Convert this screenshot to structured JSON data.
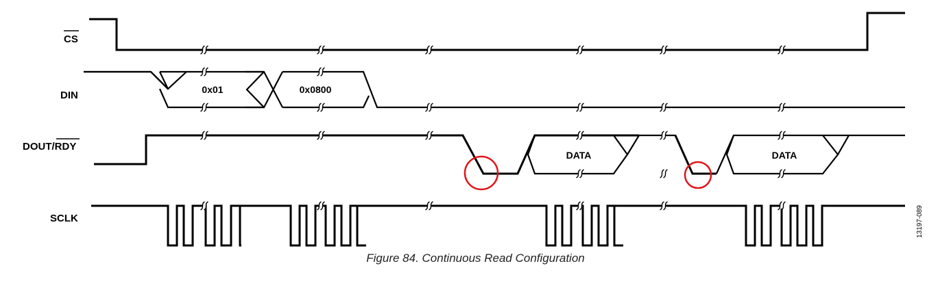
{
  "signals": {
    "cs": "CS",
    "din": "DIN",
    "dout": "DOUT/",
    "rdy": "RDY",
    "sclk": "SCLK"
  },
  "din_bus": [
    "0x01",
    "0x0800"
  ],
  "dout_bus": [
    "DATA",
    "DATA"
  ],
  "caption": "Figure 84. Continuous Read Configuration",
  "figure_id": "13197-089",
  "colors": {
    "line": "#000000",
    "marker": "#e0161b"
  }
}
